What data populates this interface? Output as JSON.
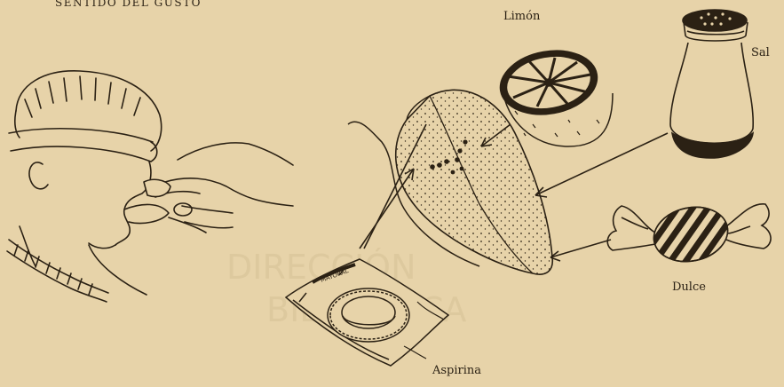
{
  "heading": "SENTIDO DEL GUSTO",
  "labels": {
    "lemon": "Limón",
    "salt": "Sal",
    "candy": "Dulce",
    "aspirin": "Aspirina"
  },
  "colors": {
    "paper": "#e7d3a9",
    "ink": "#2b2114",
    "stamp_faint": "#d9c39a"
  }
}
